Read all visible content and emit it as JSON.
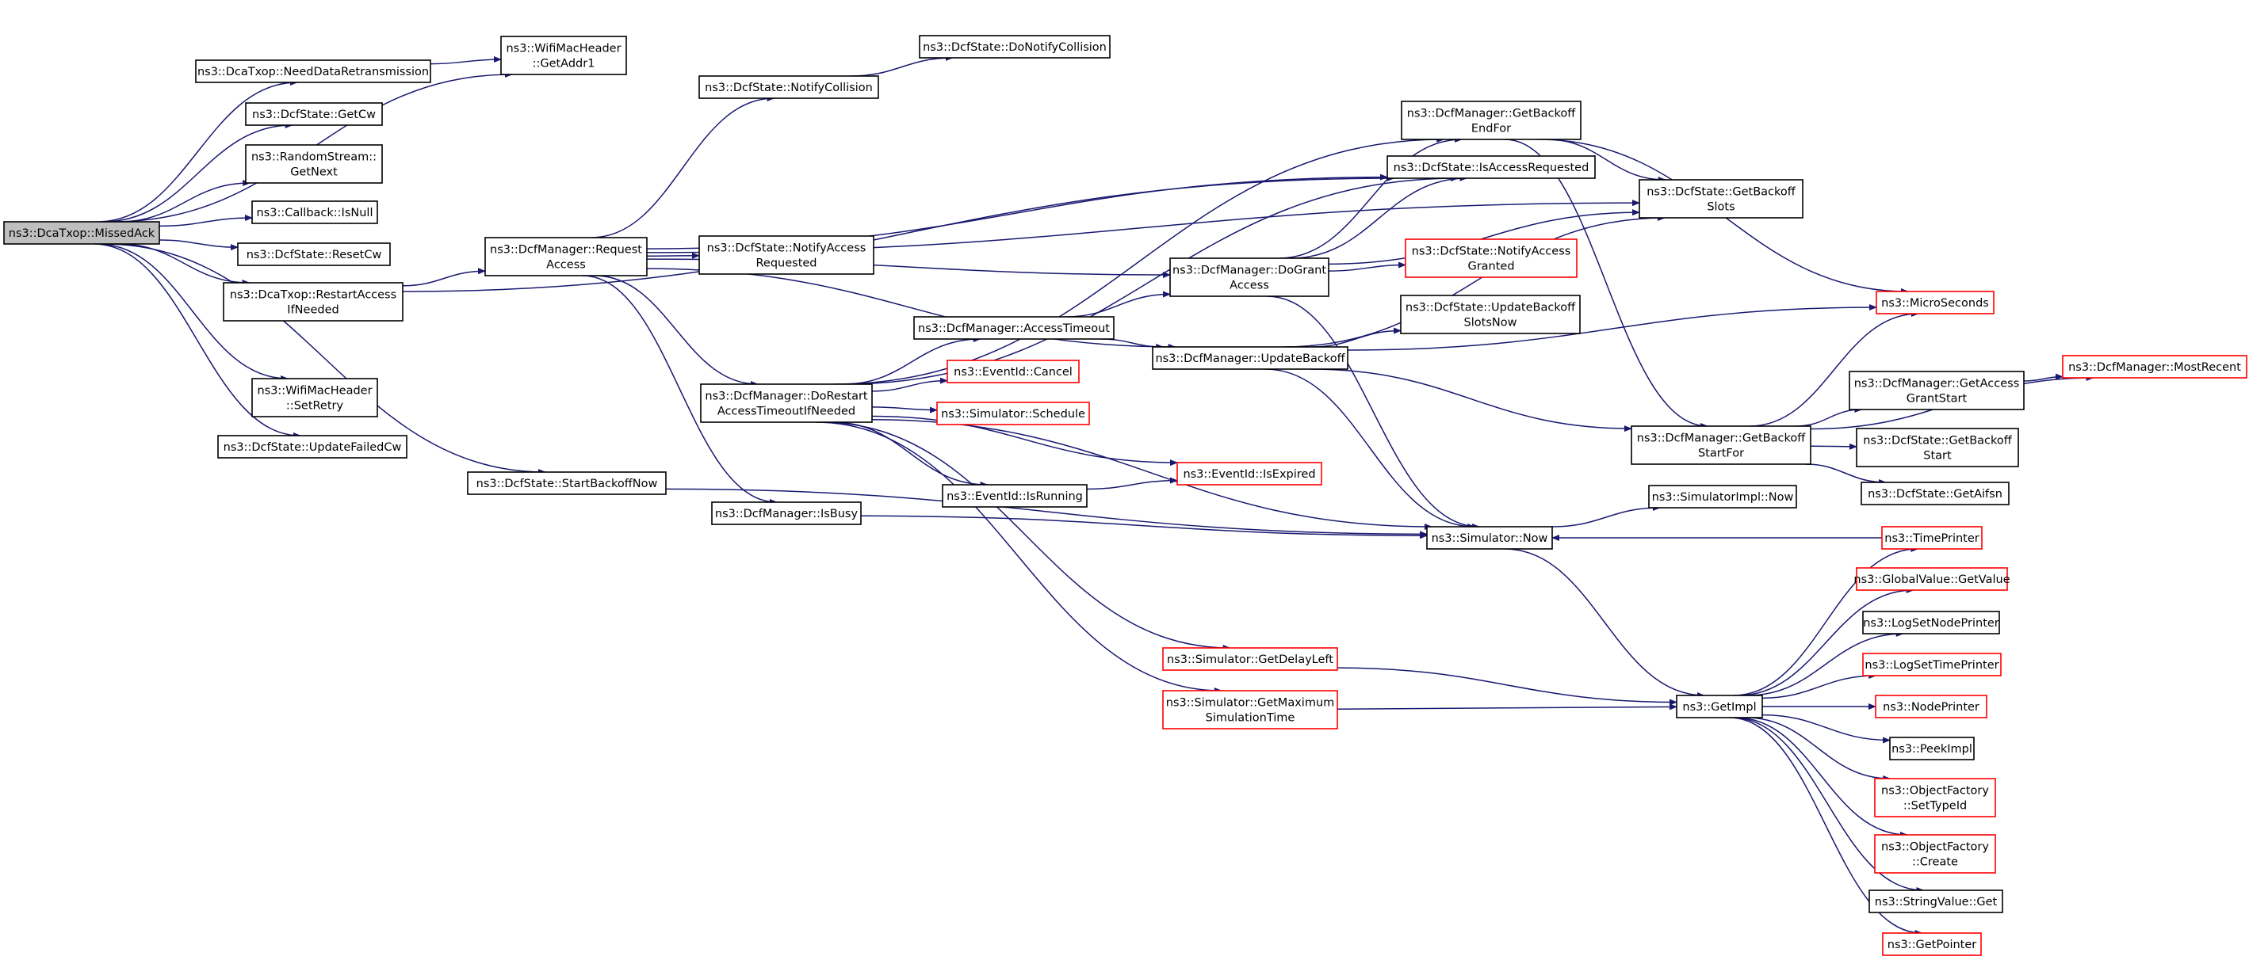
{
  "nodes": [
    {
      "id": "missedack",
      "lines": [
        "ns3::DcaTxop::MissedAck"
      ],
      "style": "root"
    },
    {
      "id": "getaddr1",
      "lines": [
        "ns3::WifiMacHeader",
        "::GetAddr1"
      ],
      "style": "normal"
    },
    {
      "id": "needdata",
      "lines": [
        "ns3::DcaTxop::NeedDataRetransmission"
      ],
      "style": "normal"
    },
    {
      "id": "getcw",
      "lines": [
        "ns3::DcfState::GetCw"
      ],
      "style": "normal"
    },
    {
      "id": "rsgetnext",
      "lines": [
        "ns3::RandomStream::",
        "GetNext"
      ],
      "style": "normal"
    },
    {
      "id": "isnull",
      "lines": [
        "ns3::Callback::IsNull"
      ],
      "style": "normal"
    },
    {
      "id": "resetcw",
      "lines": [
        "ns3::DcfState::ResetCw"
      ],
      "style": "normal"
    },
    {
      "id": "restartaccess",
      "lines": [
        "ns3::DcaTxop::RestartAccess",
        "IfNeeded"
      ],
      "style": "normal"
    },
    {
      "id": "setretry",
      "lines": [
        "ns3::WifiMacHeader",
        "::SetRetry"
      ],
      "style": "normal"
    },
    {
      "id": "updatefailedcw",
      "lines": [
        "ns3::DcfState::UpdateFailedCw"
      ],
      "style": "normal"
    },
    {
      "id": "startbackoffnow",
      "lines": [
        "ns3::DcfState::StartBackoffNow"
      ],
      "style": "normal"
    },
    {
      "id": "requestaccess",
      "lines": [
        "ns3::DcfManager::Request",
        "Access"
      ],
      "style": "normal"
    },
    {
      "id": "notifycollision",
      "lines": [
        "ns3::DcfState::NotifyCollision"
      ],
      "style": "normal"
    },
    {
      "id": "donotifycollision",
      "lines": [
        "ns3::DcfState::DoNotifyCollision"
      ],
      "style": "normal"
    },
    {
      "id": "notifyaccessrequested",
      "lines": [
        "ns3::DcfState::NotifyAccess",
        "Requested"
      ],
      "style": "normal"
    },
    {
      "id": "dorestart",
      "lines": [
        "ns3::DcfManager::DoRestart",
        "AccessTimeoutIfNeeded"
      ],
      "style": "normal"
    },
    {
      "id": "isbusy",
      "lines": [
        "ns3::DcfManager::IsBusy"
      ],
      "style": "normal"
    },
    {
      "id": "accesstimeout",
      "lines": [
        "ns3::DcfManager::AccessTimeout"
      ],
      "style": "normal"
    },
    {
      "id": "cancel",
      "lines": [
        "ns3::EventId::Cancel"
      ],
      "style": "red"
    },
    {
      "id": "schedule",
      "lines": [
        "ns3::Simulator::Schedule"
      ],
      "style": "red"
    },
    {
      "id": "isrunning",
      "lines": [
        "ns3::EventId::IsRunning"
      ],
      "style": "normal"
    },
    {
      "id": "isexpired",
      "lines": [
        "ns3::EventId::IsExpired"
      ],
      "style": "red"
    },
    {
      "id": "getdelayleft",
      "lines": [
        "ns3::Simulator::GetDelayLeft"
      ],
      "style": "red"
    },
    {
      "id": "getmaxsim",
      "lines": [
        "ns3::Simulator::GetMaximum",
        "SimulationTime"
      ],
      "style": "red"
    },
    {
      "id": "getbackoffendfor",
      "lines": [
        "ns3::DcfManager::GetBackoff",
        "EndFor"
      ],
      "style": "normal"
    },
    {
      "id": "isaccessrequested",
      "lines": [
        "ns3::DcfState::IsAccessRequested"
      ],
      "style": "normal"
    },
    {
      "id": "dogrant",
      "lines": [
        "ns3::DcfManager::DoGrant",
        "Access"
      ],
      "style": "normal"
    },
    {
      "id": "notifyaccessgranted",
      "lines": [
        "ns3::DcfState::NotifyAccess",
        "Granted"
      ],
      "style": "red"
    },
    {
      "id": "updatebackoffslots",
      "lines": [
        "ns3::DcfState::UpdateBackoff",
        "SlotsNow"
      ],
      "style": "normal"
    },
    {
      "id": "updatebackoff",
      "lines": [
        "ns3::DcfManager::UpdateBackoff"
      ],
      "style": "normal"
    },
    {
      "id": "getbackoffslots",
      "lines": [
        "ns3::DcfState::GetBackoff",
        "Slots"
      ],
      "style": "normal"
    },
    {
      "id": "microseconds",
      "lines": [
        "ns3::MicroSeconds"
      ],
      "style": "red"
    },
    {
      "id": "mostrecent",
      "lines": [
        "ns3::DcfManager::MostRecent"
      ],
      "style": "red"
    },
    {
      "id": "getaccessgrantstart",
      "lines": [
        "ns3::DcfManager::GetAccess",
        "GrantStart"
      ],
      "style": "normal"
    },
    {
      "id": "getbackoffstartfor",
      "lines": [
        "ns3::DcfManager::GetBackoff",
        "StartFor"
      ],
      "style": "normal"
    },
    {
      "id": "getbackoffstart",
      "lines": [
        "ns3::DcfState::GetBackoff",
        "Start"
      ],
      "style": "normal"
    },
    {
      "id": "getaifsn",
      "lines": [
        "ns3::DcfState::GetAifsn"
      ],
      "style": "normal"
    },
    {
      "id": "simnow",
      "lines": [
        "ns3::Simulator::Now"
      ],
      "style": "normal"
    },
    {
      "id": "simimplnow",
      "lines": [
        "ns3::SimulatorImpl::Now"
      ],
      "style": "normal"
    },
    {
      "id": "getimpl",
      "lines": [
        "ns3::GetImpl"
      ],
      "style": "normal"
    },
    {
      "id": "timeprinter",
      "lines": [
        "ns3::TimePrinter"
      ],
      "style": "red"
    },
    {
      "id": "globalgetvalue",
      "lines": [
        "ns3::GlobalValue::GetValue"
      ],
      "style": "red"
    },
    {
      "id": "logsetnodeprinter",
      "lines": [
        "ns3::LogSetNodePrinter"
      ],
      "style": "normal"
    },
    {
      "id": "logsettimeprinter",
      "lines": [
        "ns3::LogSetTimePrinter"
      ],
      "style": "red"
    },
    {
      "id": "nodeprinter",
      "lines": [
        "ns3::NodePrinter"
      ],
      "style": "red"
    },
    {
      "id": "peekimpl",
      "lines": [
        "ns3::PeekImpl"
      ],
      "style": "normal"
    },
    {
      "id": "ofsettypeid",
      "lines": [
        "ns3::ObjectFactory",
        "::SetTypeId"
      ],
      "style": "red"
    },
    {
      "id": "ofcreate",
      "lines": [
        "ns3::ObjectFactory",
        "::Create"
      ],
      "style": "red"
    },
    {
      "id": "stringvalueget",
      "lines": [
        "ns3::StringValue::Get"
      ],
      "style": "normal"
    },
    {
      "id": "getpointer",
      "lines": [
        "ns3::GetPointer"
      ],
      "style": "red"
    }
  ],
  "edges": [
    [
      "missedack",
      "getaddr1"
    ],
    [
      "missedack",
      "needdata"
    ],
    [
      "missedack",
      "getcw"
    ],
    [
      "missedack",
      "rsgetnext"
    ],
    [
      "missedack",
      "isnull"
    ],
    [
      "missedack",
      "resetcw"
    ],
    [
      "missedack",
      "restartaccess"
    ],
    [
      "missedack",
      "setretry"
    ],
    [
      "missedack",
      "updatefailedcw"
    ],
    [
      "missedack",
      "startbackoffnow"
    ],
    [
      "needdata",
      "getaddr1"
    ],
    [
      "restartaccess",
      "requestaccess"
    ],
    [
      "restartaccess",
      "isaccessrequested"
    ],
    [
      "startbackoffnow",
      "simnow"
    ],
    [
      "requestaccess",
      "notifycollision"
    ],
    [
      "requestaccess",
      "getbackoffslots"
    ],
    [
      "requestaccess",
      "isaccessrequested"
    ],
    [
      "requestaccess",
      "notifyaccessrequested"
    ],
    [
      "requestaccess",
      "dogrant"
    ],
    [
      "requestaccess",
      "updatebackoff"
    ],
    [
      "requestaccess",
      "dorestart"
    ],
    [
      "requestaccess",
      "isbusy"
    ],
    [
      "notifycollision",
      "donotifycollision"
    ],
    [
      "dorestart",
      "getbackoffendfor"
    ],
    [
      "dorestart",
      "isaccessrequested"
    ],
    [
      "dorestart",
      "accesstimeout"
    ],
    [
      "dorestart",
      "cancel"
    ],
    [
      "dorestart",
      "schedule"
    ],
    [
      "dorestart",
      "isexpired"
    ],
    [
      "dorestart",
      "isrunning"
    ],
    [
      "dorestart",
      "simnow"
    ],
    [
      "dorestart",
      "getdelayleft"
    ],
    [
      "dorestart",
      "getmaxsim"
    ],
    [
      "isbusy",
      "simnow"
    ],
    [
      "accesstimeout",
      "dogrant"
    ],
    [
      "accesstimeout",
      "updatebackoff"
    ],
    [
      "isrunning",
      "isexpired"
    ],
    [
      "getdelayleft",
      "getimpl"
    ],
    [
      "getmaxsim",
      "getimpl"
    ],
    [
      "getbackoffendfor",
      "getbackoffslots"
    ],
    [
      "getbackoffendfor",
      "microseconds"
    ],
    [
      "getbackoffendfor",
      "getbackoffstartfor"
    ],
    [
      "dogrant",
      "getbackoffendfor"
    ],
    [
      "dogrant",
      "isaccessrequested"
    ],
    [
      "dogrant",
      "getbackoffslots"
    ],
    [
      "dogrant",
      "notifyaccessgranted"
    ],
    [
      "dogrant",
      "simnow"
    ],
    [
      "updatebackoff",
      "updatebackoffslots"
    ],
    [
      "updatebackoff",
      "getbackoffslots"
    ],
    [
      "updatebackoff",
      "microseconds"
    ],
    [
      "updatebackoff",
      "getbackoffstartfor"
    ],
    [
      "updatebackoff",
      "simnow"
    ],
    [
      "getbackoffstartfor",
      "microseconds"
    ],
    [
      "getbackoffstartfor",
      "mostrecent"
    ],
    [
      "getbackoffstartfor",
      "getaccessgrantstart"
    ],
    [
      "getbackoffstartfor",
      "getbackoffstart"
    ],
    [
      "getbackoffstartfor",
      "getaifsn"
    ],
    [
      "getaccessgrantstart",
      "mostrecent"
    ],
    [
      "simnow",
      "simimplnow"
    ],
    [
      "simnow",
      "getimpl"
    ],
    [
      "timeprinter",
      "simnow"
    ],
    [
      "getimpl",
      "timeprinter"
    ],
    [
      "getimpl",
      "globalgetvalue"
    ],
    [
      "getimpl",
      "logsetnodeprinter"
    ],
    [
      "getimpl",
      "logsettimeprinter"
    ],
    [
      "getimpl",
      "nodeprinter"
    ],
    [
      "getimpl",
      "peekimpl"
    ],
    [
      "getimpl",
      "ofsettypeid"
    ],
    [
      "getimpl",
      "ofcreate"
    ],
    [
      "getimpl",
      "stringvalueget"
    ],
    [
      "getimpl",
      "getpointer"
    ]
  ]
}
